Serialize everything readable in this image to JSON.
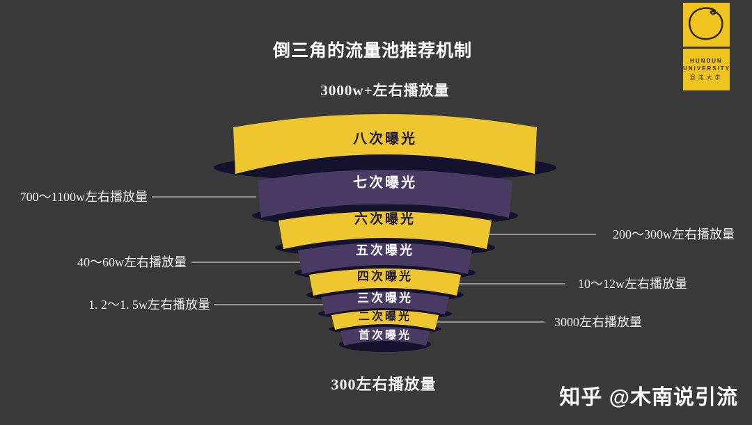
{
  "slide": {
    "background": "#3a3a3a",
    "watermark": "知乎 @木南说引流"
  },
  "logo": {
    "line1": "HUNDUN",
    "line2": "UNIVERSITY",
    "line3": "混沌大学",
    "background": "#f0c41e",
    "ink": "#33270e"
  },
  "colors": {
    "yellow_tier": "#eec62f",
    "purple_tier": "#4a3b64",
    "shadow": "#14122d",
    "label_on_yellow": "#211a38",
    "label_on_purple": "#ffffff",
    "connector_line": "#c9c9c9",
    "side_text": "#f2f2f2"
  },
  "chart_data": {
    "type": "funnel",
    "direction": "inverted",
    "title": "倒三角的流量池推荐机制",
    "layers": [
      {
        "label": "八次曝光",
        "color": "yellow",
        "annotation": "3000w+左右播放量",
        "annotation_side": "top"
      },
      {
        "label": "七次曝光",
        "color": "purple",
        "annotation": "700～1100w左右播放量",
        "annotation_side": "left"
      },
      {
        "label": "六次曝光",
        "color": "yellow",
        "annotation": "200～300w左右播放量",
        "annotation_side": "right"
      },
      {
        "label": "五次曝光",
        "color": "purple",
        "annotation": "40～60w左右播放量",
        "annotation_side": "left"
      },
      {
        "label": "四次曝光",
        "color": "yellow",
        "annotation": "10～12w左右播放量",
        "annotation_side": "right"
      },
      {
        "label": "三次曝光",
        "color": "purple",
        "annotation": "1. 2～1. 5w左右播放量",
        "annotation_side": "left"
      },
      {
        "label": "二次曝光",
        "color": "yellow",
        "annotation": "3000左右播放量",
        "annotation_side": "right"
      },
      {
        "label": "首次曝光",
        "color": "purple",
        "annotation": "300左右播放量",
        "annotation_side": "bottom"
      }
    ]
  }
}
